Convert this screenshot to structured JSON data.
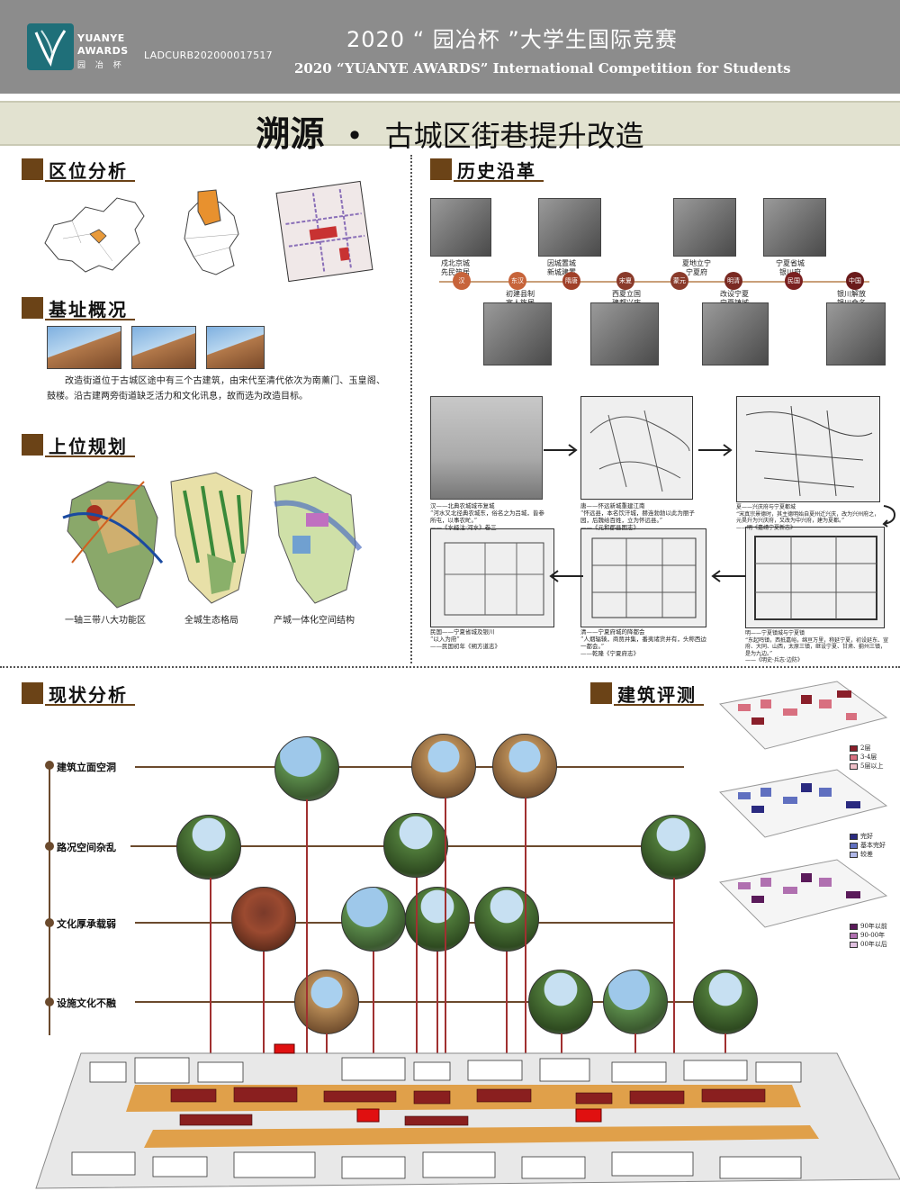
{
  "header": {
    "logo_line1": "YUANYE",
    "logo_line2": "AWARDS",
    "logo_cn": "园 冶 杯",
    "code": "LADCURB202000017517",
    "title_cn": "2020 “ 园冶杯 ”大学生国际竞赛",
    "title_en": "2020 “YUANYE AWARDS” International Competition for  Students"
  },
  "banner": {
    "title_main": "溯源",
    "title_bullet": "•",
    "title_sub": "古城区街巷提升改造"
  },
  "sections": {
    "location": "区位分析",
    "site": "基址概况",
    "planning": "上位规划",
    "history": "历史沿革",
    "status": "现状分析",
    "evaluation": "建筑评测"
  },
  "site": {
    "description": "改造街道位于古城区途中有三个古建筑，由宋代至清代依次为南薰门、玉皇阁、鼓楼。沿古建两旁街道缺乏活力和文化讯息，故而选为改造目标。"
  },
  "planning": {
    "captions": [
      "一轴三带八大功能区",
      "全城生态格局",
      "产城一体化空间结构"
    ]
  },
  "timeline": {
    "nodes": [
      {
        "label": "汉",
        "color": "#c7643a"
      },
      {
        "label": "东汉",
        "color": "#c7643a"
      },
      {
        "label": "隋唐",
        "color": "#a04028"
      },
      {
        "label": "宋夏",
        "color": "#8a3a2a"
      },
      {
        "label": "蒙元",
        "color": "#8a3a2a"
      },
      {
        "label": "明清",
        "color": "#7a2a22"
      },
      {
        "label": "民国",
        "color": "#7a2020"
      },
      {
        "label": "中国",
        "color": "#6a1a1a"
      }
    ],
    "top_captions": [
      "戍北京城\n先民筑居",
      "因城置城\n新城建置",
      "夏地立宁\n宁夏府",
      "宁夏省城\n银川府"
    ],
    "bottom_captions": [
      "初建县制\n富人族居",
      "西夏立国\n建都兴庆",
      "改设宁夏\n宁夏镇城",
      "银川解放\n银川命名"
    ]
  },
  "history_maps": {
    "captions": [
      "汉——北典农城城市复城\n“河水又北径典农城东，俗名之为吕城，皆参所屯，以事农甿。”\n——《水经注·河水》卷三",
      "唐——怀远新城重建江南\n“怀远县，本名饮汗城，赫连勃勃以此为丽子园，后魏给百姓，立为怀远县。”\n——《元和郡县图志》",
      "夏——兴庆府与宁夏都城\n“宋真宗景德时，其主德明始自夏州迁兴庆，改为兴州府之，元昊升为兴庆府，又改为中兴府，建为夏都。”\n——明《嘉靖宁夏新志》",
      "民国——宁夏省城及银川\n“以入为府”\n——民国初年《朔方道志》",
      "清——宁夏府城的降都会\n“人烟辐辏，商贾并集，番夷诸货并有，头称西边一都会。”\n——乾隆《宁夏府志》",
      "明——宁夏镇城与宁夏镇\n“东起鸣镇，西抵嘉峪，绵亘万里，称延宁夏，初设延东、宣府、大同、山西，太原三镇，继设宁夏、甘肃、蓟州三镇，是为九边。”\n——《明史·兵志·边防》"
    ]
  },
  "status": {
    "rows": [
      "建筑立面空洞",
      "路况空间杂乱",
      "文化厚承载弱",
      "设施文化不融"
    ]
  },
  "evaluation": {
    "legend1": [
      "2层",
      "3-4层",
      "5层以上"
    ],
    "legend2": [
      "完好",
      "基本完好",
      "较差"
    ],
    "legend3": [
      "90年以前",
      "90-00年",
      "00年以后"
    ]
  }
}
